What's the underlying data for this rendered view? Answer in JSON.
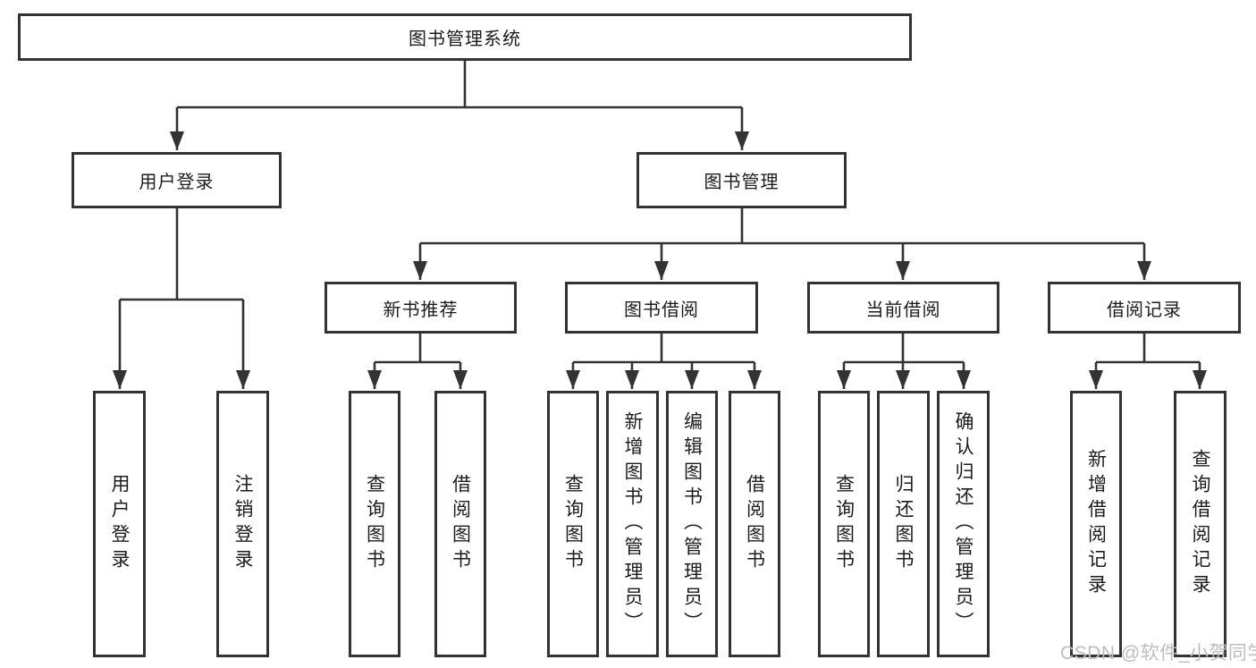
{
  "tree": {
    "root": {
      "label": "图书管理系统"
    },
    "branches": [
      {
        "label": "用户登录",
        "children": [
          {
            "label": "用户登录"
          },
          {
            "label": "注销登录"
          }
        ]
      },
      {
        "label": "图书管理",
        "children": [
          {
            "label": "新书推荐",
            "children": [
              {
                "label": "查询图书"
              },
              {
                "label": "借阅图书"
              }
            ]
          },
          {
            "label": "图书借阅",
            "children": [
              {
                "label": "查询图书"
              },
              {
                "label": "新增图书（管理员）"
              },
              {
                "label": "编辑图书（管理员）"
              },
              {
                "label": "借阅图书"
              }
            ]
          },
          {
            "label": "当前借阅",
            "children": [
              {
                "label": "查询图书"
              },
              {
                "label": "归还图书"
              },
              {
                "label": "确认归还（管理员）"
              }
            ]
          },
          {
            "label": "借阅记录",
            "children": [
              {
                "label": "新增借阅记录"
              },
              {
                "label": "查询借阅记录"
              }
            ]
          }
        ]
      }
    ]
  },
  "watermark": {
    "text": "CSDN @软件_小贺同学"
  },
  "colors": {
    "line": "#333333",
    "text": "#1c1c1c",
    "watermark": "#bdbdbd",
    "background": "#ffffff"
  }
}
